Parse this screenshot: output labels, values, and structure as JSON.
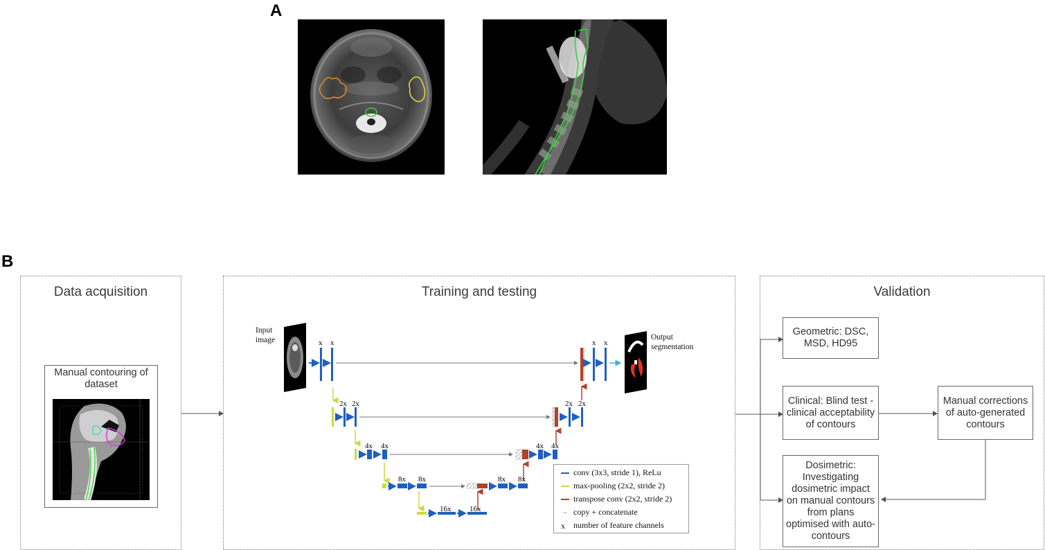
{
  "panel_a": {
    "letter": "A"
  },
  "panel_b": {
    "letter": "B"
  },
  "sections": {
    "data_acquisition": {
      "title": "Data acquisition",
      "box_label": "Manual contouring of dataset"
    },
    "training": {
      "title": "Training and testing",
      "input_label_1": "Input",
      "input_label_2": "image",
      "output_label_1": "Output",
      "output_label_2": "segmentation",
      "level_labels": {
        "l1": "x",
        "l2": "2x",
        "l3": "4x",
        "l4": "8x",
        "l5": "16x"
      },
      "legend": [
        {
          "text": "conv (3x3, stride 1), ReLu",
          "color": "#1f5fbf",
          "marker": "line"
        },
        {
          "text": "max-pooling (2x2, stride 2)",
          "color": "#c8dc3c",
          "marker": "line"
        },
        {
          "text": "transpose conv (2x2, stride 2)",
          "color": "#b0432a",
          "marker": "line"
        },
        {
          "text": "copy + concatenate",
          "color": "#777777",
          "marker": "arrow"
        },
        {
          "text": "number of feature channels",
          "color": "#111111",
          "marker": "x"
        }
      ]
    },
    "validation": {
      "title": "Validation",
      "geometric": "Geometric: DSC, MSD, HD95",
      "clinical": "Clinical: Blind test - clinical acceptability of contours",
      "manual": "Manual corrections of auto-generated contours",
      "dosimetric": "Dosimetric: Investigating dosimetric impact on manual contours from plans optimised with auto-contours"
    }
  },
  "colors": {
    "conv": "#1f5fbf",
    "pool": "#c8dc3c",
    "transpose": "#b0432a",
    "copy": "#777777",
    "contour_green": "#3ad13a",
    "contour_orange": "#d78a2a",
    "contour_yellow": "#e0d43a",
    "contour_magenta": "#d93ad9",
    "contour_cyan": "#3ad6d6",
    "arrow_cyan": "#39b5d8"
  }
}
